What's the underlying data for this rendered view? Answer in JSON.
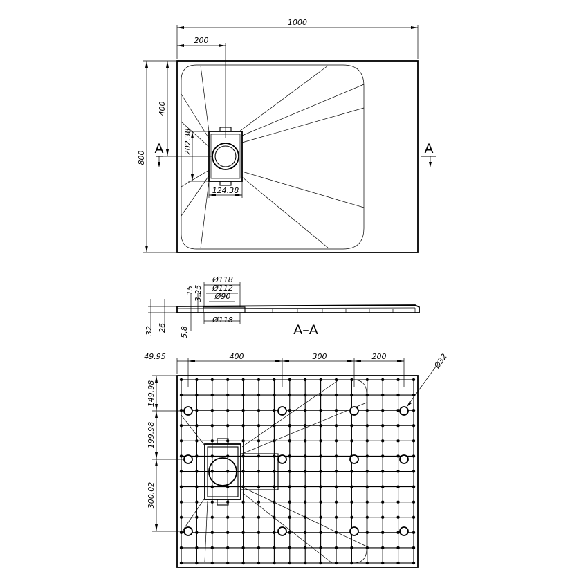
{
  "colors": {
    "ink": "#000000",
    "paper": "#ffffff"
  },
  "top_view": {
    "width_label": "1000",
    "drain_offset_label": "200",
    "drain_depth_label": "400",
    "height_label": "800",
    "drain_frame_height_label": "202.38",
    "drain_frame_width_label": "124.38",
    "section_marker_left": "A",
    "section_marker_right": "A"
  },
  "section_view": {
    "title": "A–A",
    "d_outer_top": "Ø118",
    "d_mid": "Ø112",
    "d_inner": "Ø90",
    "d_outer_bottom": "Ø118",
    "dim_15": "15",
    "dim_325": "3.25",
    "dim_32": "32",
    "dim_26": "26",
    "dim_58": "5.8"
  },
  "bottom_view": {
    "dim_4995": "49.95",
    "dim_400": "400",
    "dim_300": "300",
    "dim_200": "200",
    "dim_d32": "Ø32",
    "dim_14998": "149.98",
    "dim_19998": "199.98",
    "dim_30002": "300.02"
  }
}
